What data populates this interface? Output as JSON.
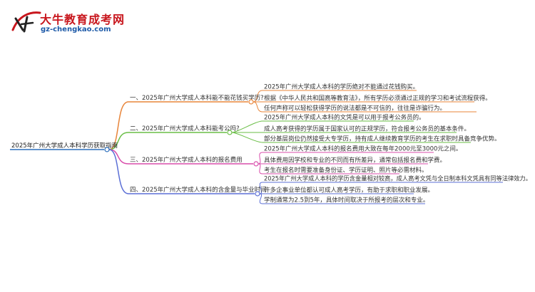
{
  "header": {
    "site_name": "大牛教育成考网",
    "site_domain": "gz-chengkao.com"
  },
  "mindmap": {
    "root": {
      "label": "2025年广州大学成人本科学历获取指南",
      "color": "#2c6fbb"
    },
    "branches": [
      {
        "label": "一、2025年广州大学成人本科能不能花钱买学历?",
        "color": "#e8853a",
        "leaves": [
          "2025年广州大学成人本科的学历绝对不能通过花钱购买。",
          "根据《中华人民共和国高等教育法》，所有学历必须通过正规的学习和考试流程获得。",
          "任何声称可以轻松获得学历的说法都是不可信的，往往是诈骗行为。"
        ]
      },
      {
        "label": "二、2025年广州大学成人本科能考公吗?",
        "color": "#6abe46",
        "leaves": [
          "2025年广州大学成人本科的文凭是可以用于报考公务员的。",
          "成人高考获得的学历属于国家认可的正规学历，符合报考公务员的基本条件。",
          "部分基层岗位仍然接受大专学历，持有成人继续教育学历的考生在求职时具备竞争优势。"
        ]
      },
      {
        "label": "三、2025年广州大学成人本科的报名费用",
        "color": "#d94dab",
        "leaves": [
          "2025年广州大学成人本科的报名费用大致在每年2000元至3000元之间。",
          "具体费用因学校和专业的不同而有所差异，通常包括报名费和学费。",
          "考生在报名时需要准备身份证、学历证明、照片等必需材料。"
        ]
      },
      {
        "label": "四、2025年广州大学成人本科的含金量与毕业时间",
        "color": "#5b6fd6",
        "leaves": [
          "2025年广州大学成人本科的学历含金量相对较高，成人高考文凭与全日制本科文凭具有同等法律效力。",
          "许多企事业单位都认可成人高考学历，有助于求职和职业发展。",
          "学制通常为2.5到5年，具体时间取决于所报考的层次和专业。"
        ]
      }
    ]
  }
}
